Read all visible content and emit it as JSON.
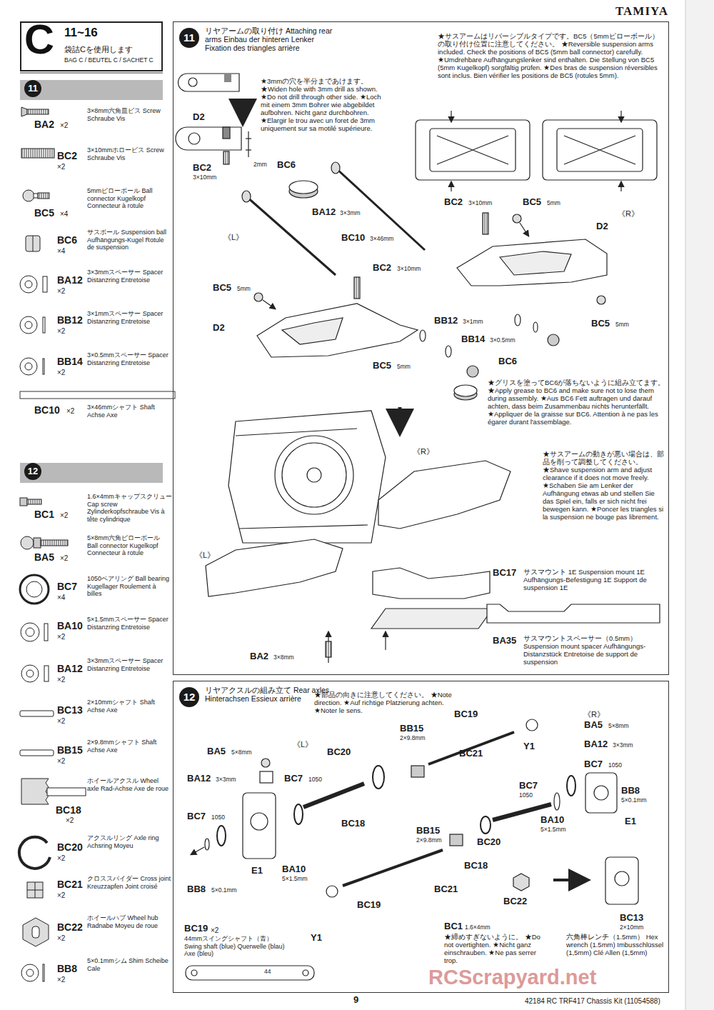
{
  "diagram": {
    "nodes": [
      {
        "text": [
          "C",
          "11~16",
          "袋詰Cを使用します",
          "BAG C / BEUTEL C / SACHET C"
        ]
      },
      {
        "text": [
          "11"
        ]
      },
      {
        "text": [
          "12"
        ]
      },
      {
        "text": [
          "11",
          "リヤアームの取り付け Attaching rear arms Einbau der hinteren Lenker Fixation des triangles arrière"
        ]
      },
      {
        "text": [
          "12",
          "リヤアクスルの組み立て Rear axles Hinterachsen Essieux arrière"
        ]
      }
    ],
    "labels": [
      "TAMIYA",
      "9",
      "42184 RC TRF417 Chassis Kit (11054588)",
      "RCScrapyard.net",
      "BA2",
      "×2",
      "3×8mm六角皿ビス Screw Schraube Vis",
      "BC2",
      "×2",
      "3×10mmホロービス Screw Schraube Vis",
      "BC5",
      "×4",
      "5mmピローボール Ball connector Kugelkopf Connecteur à rotule",
      "BC6",
      "×4",
      "サスボール Suspension ball Aufhängungs-Kugel Rotule de suspension",
      "BA12",
      "×2",
      "3×3mmスペーサー Spacer Distanzring Entretoise",
      "BB12",
      "×2",
      "3×1mmスペーサー Spacer Distanzring Entretoise",
      "BB14",
      "×2",
      "3×0.5mmスペーサー Spacer Distanzring Entretoise",
      "BC10",
      "×2",
      "3×46mmシャフト Shaft Achse Axe",
      "BC1",
      "×2",
      "1.6×4mmキャップスクリュー Cap screw Zylinderkopfschraube Vis à tête cylindrique",
      "BA5",
      "×2",
      "5×8mm六角ピローボール Ball connector Kugelkopf Connecteur à rotule",
      "BC7",
      "×4",
      "1050ベアリング Ball bearing Kugellager Roulement à billes",
      "BA10",
      "×2",
      "5×1.5mmスペーサー Spacer Distanzring Entretoise",
      "BA12",
      "×2",
      "3×3mmスペーサー Spacer Distanzring Entretoise",
      "BC13",
      "×2",
      "2×10mmシャフト Shaft Achse Axe",
      "BB15",
      "×2",
      "2×9.8mmシャフト Shaft Achse Axe",
      "BC18",
      "×2",
      "ホイールアクスル Wheel axle Rad-Achse Axe de roue",
      "BC20",
      "×2",
      "アクスルリング Axle ring Achsring Moyeu",
      "BC21",
      "×2",
      "クロススパイダー Cross joint Kreuzzapfen Joint croisé",
      "BC22",
      "×2",
      "ホイールハブ Wheel hub Radnabe Moyeu de roue",
      "BB8",
      "×2",
      "5×0.1mmシム Shim Scheibe Cale",
      "★3mmの穴を半分まであけます。 ★Widen hole with 3mm drill as shown. ★Do not drill through other side. ★Loch mit einem 3mm Bohrer wie abgebildet aufbohren. Nicht ganz durchbohren. ★Elargir le trou avec un foret de 3mm uniquement sur sa motilé supérieure.",
      "D2",
      "BC2",
      "3×10mm",
      "2mm",
      "★サスアームはリバーシブルタイプです。BC5（5mmピローボール）の取り付け位置に注意してください。 ★Reversible suspension arms included. Check the positions of BC5 (5mm ball connector) carefully. ★Umdrehbare Aufhängungslenker sind enthalten. Die Stellung von BC5 (5mm Kugelkopf) sorgfältig prüfen. ★Des bras de suspension réversibles sont inclus. Bien vérifier les positions de BC5 (rotules 5mm).",
      "BC6",
      "BA12",
      "3×3mm",
      "《L》",
      "BC10",
      "3×46mm",
      "BC2",
      "3×10mm",
      "BC5",
      "5mm",
      "D2",
      "BC5",
      "5mm",
      "BC2",
      "3×10mm",
      "BC5",
      "5mm",
      "《R》",
      "D2",
      "BC5",
      "5mm",
      "BB12",
      "3×1mm",
      "BB14",
      "3×0.5mm",
      "BC6",
      "★グリスを塗ってBC6が落ちないように組み立てます。 ★Apply grease to BC6 and make sure not to lose them during assembly. ★Aus BC6 Fett auftragen und darauf achten, dass beim Zusammenbau nichts herunterfällt. ★Appliquer de la graisse sur BC6. Attention à ne pas les égarer durant l'assemblage.",
      "《R》",
      "★サスアームの動きが悪い場合は、部品を削って調整してください。 ★Shave suspension arm and adjust clearance if it does not move freely. ★Schaben Sie am Lenker der Aufhängung etwas ab und stellen Sie das Spiel ein, falls er sich nicht frei bewegen kann. ★Poncer les triangles si la suspension ne bouge pas librement.",
      "《L》",
      "BC17",
      "サスマウント 1E Suspension mount 1E Aufhängungs-Befestigung 1E Support de suspension 1E",
      "BA35",
      "サスマウントスペーサー（0.5mm） Suspension mount spacer Aufhängungs-Distanzstück Entretoise de support de suspension",
      "BA2",
      "3×8mm",
      "★部品の向きに注意してください。 ★Note direction. ★Auf richtige Platzierung achten. ★Noter le sens.",
      "BC19",
      "《R》",
      "Y1",
      "BA5",
      "5×8mm",
      "BA12",
      "3×3mm",
      "BB15",
      "2×9.8mm",
      "《L》",
      "BA5",
      "5×8mm",
      "BC20",
      "BC21",
      "BA12",
      "3×3mm",
      "BC7",
      "1050",
      "BC7",
      "1050",
      "BC18",
      "BC7",
      "1050",
      "BB8",
      "5×0.1mm",
      "BC7",
      "1050",
      "BB15",
      "2×9.8mm",
      "BC20",
      "BA10",
      "5×1.5mm",
      "BA10",
      "5×1.5mm",
      "E1",
      "BC18",
      "BB8",
      "5×0.1mm",
      "E1",
      "BC22",
      "BC19",
      "BC21",
      "BC13",
      "2×10mm",
      "Y1",
      "BC1",
      "1.6×4mm",
      "★締めすぎないように。 ★Do not overtighten. ★Nicht ganz einschrauben. ★Ne pas serrer trop.",
      "六角棒レンチ（1.5mm） Hex wrench (1.5mm) Imbusschlüssel (1,5mm) Clé Allen (1,5mm)",
      "BC19",
      "×2",
      "44mmスイングシャフト（青） Swing shaft (blue) Querwelle (blau) Axe (bleu)",
      "44"
    ]
  }
}
